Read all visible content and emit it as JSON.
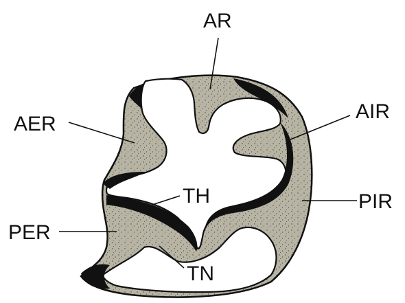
{
  "colors": {
    "shaded_region": "#b8b4a4",
    "dark_band": "#111111",
    "outline": "#111111",
    "background": "#ffffff"
  },
  "labels": {
    "ar": "AR",
    "aer": "AER",
    "air": "AIR",
    "th": "TH",
    "pir": "PIR",
    "per": "PER",
    "tn": "TN"
  }
}
